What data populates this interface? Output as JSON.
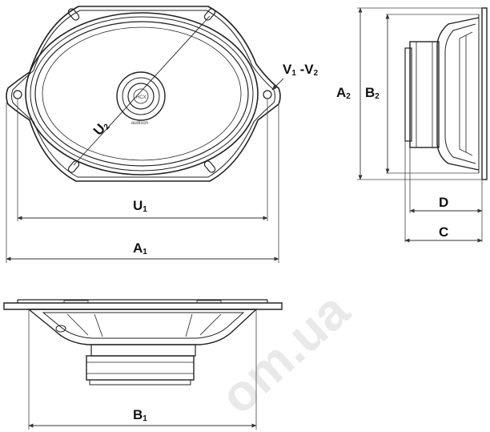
{
  "labels": {
    "u2": {
      "main": "U",
      "sub": "2"
    },
    "v1v2": {
      "v1": "V",
      "v1_sub": "1",
      "sep": " -",
      "v2": "V",
      "v2_sub": "2"
    },
    "u1": {
      "main": "U",
      "sub": "1"
    },
    "a1": {
      "main": "A",
      "sub": "1"
    },
    "a2": {
      "main": "A",
      "sub": "2"
    },
    "b2": {
      "main": "B",
      "sub": "2"
    },
    "d": "D",
    "c": "C",
    "b1": {
      "main": "B",
      "sub": "1"
    }
  },
  "brand": {
    "logo": "HCX",
    "name": "audison"
  },
  "watermark": "om.ua"
}
